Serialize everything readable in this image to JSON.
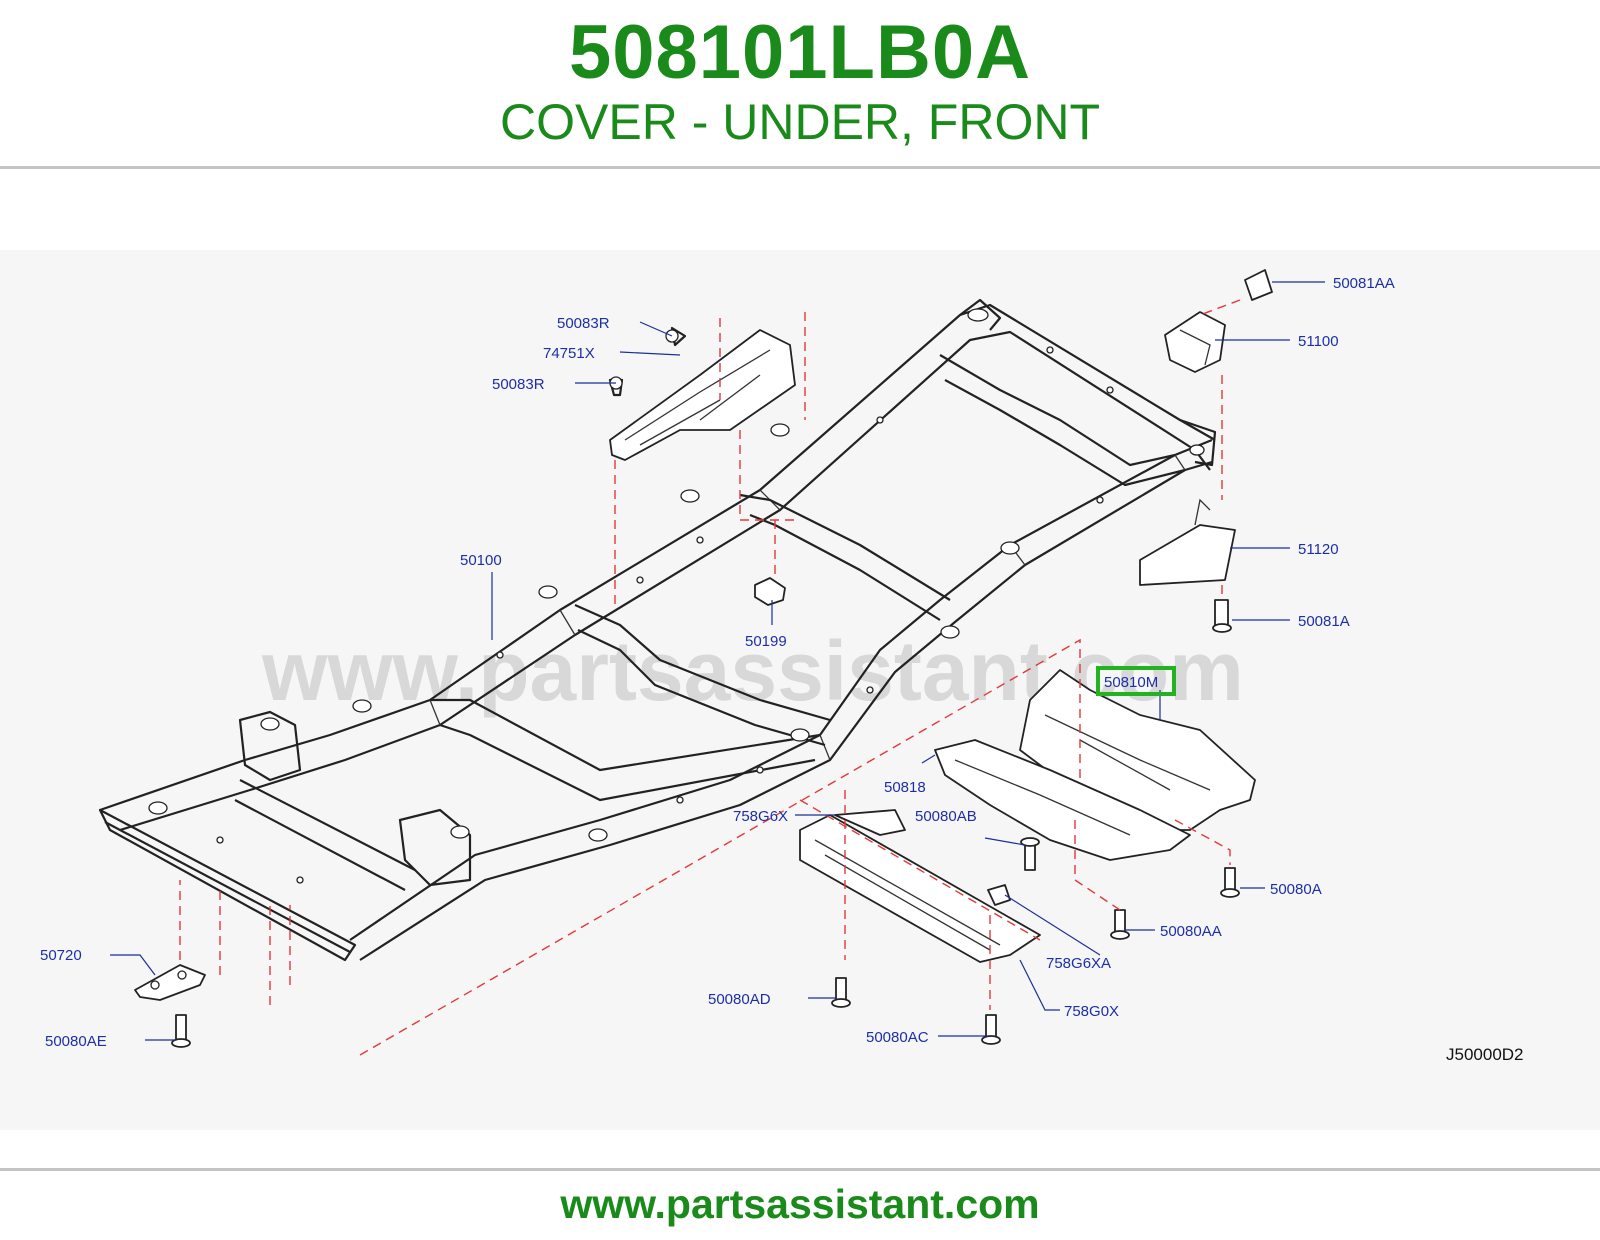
{
  "header": {
    "part_number": "508101LB0A",
    "part_name": "COVER - UNDER, FRONT"
  },
  "diagram": {
    "watermark": "www.partsassistant.com",
    "reference_code": "J50000D2",
    "highlighted_part": "50810M",
    "highlight_color": "#22b222",
    "label_color": "#1c2fa8",
    "leader_color": "#e23a3a",
    "callouts": [
      "50081AA",
      "51100",
      "50083R",
      "74751X",
      "50083R",
      "50100",
      "50199",
      "51120",
      "50081A",
      "50810M",
      "50818",
      "758G6X",
      "50080AB",
      "50080A",
      "50080AA",
      "758G6XA",
      "758G0X",
      "50720",
      "50080AD",
      "50080AC",
      "50080AE"
    ]
  },
  "footer": {
    "url": "www.partsassistant.com"
  },
  "brand_color": "#1a8a1a"
}
